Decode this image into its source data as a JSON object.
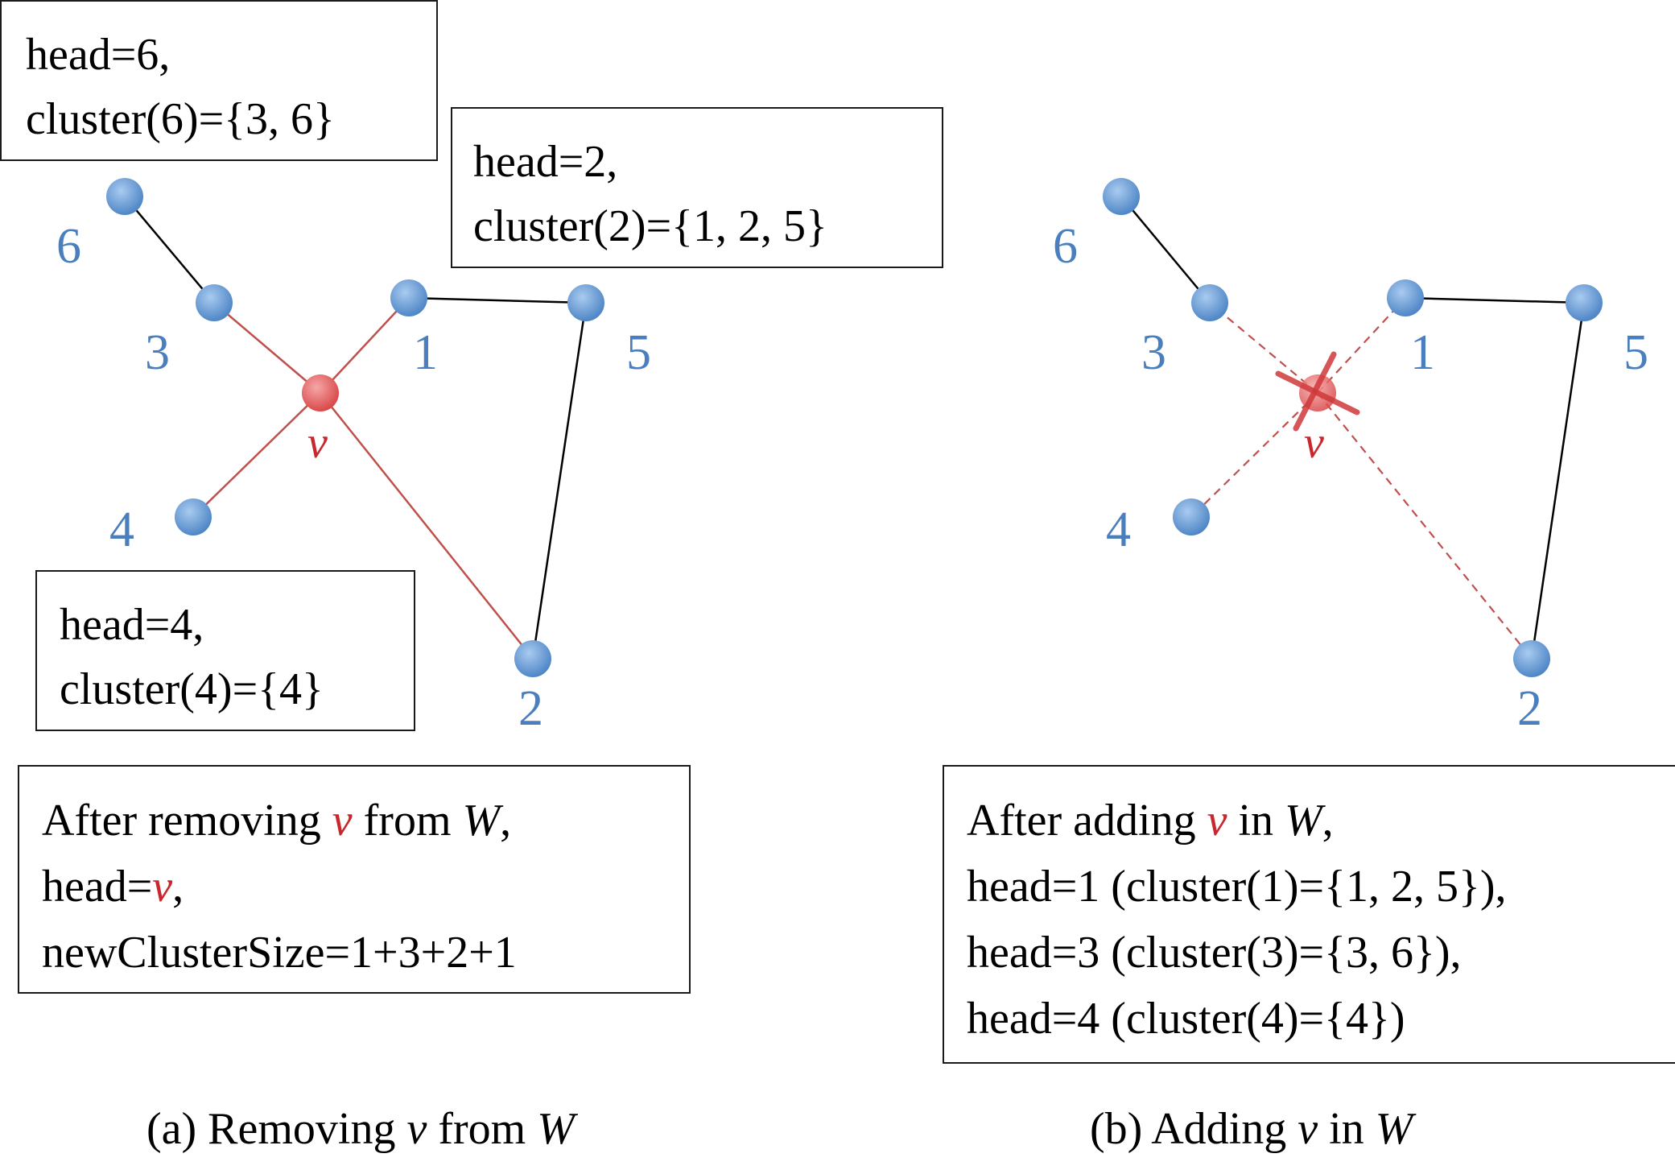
{
  "panel_a": {
    "nodes": [
      {
        "id": "6",
        "label": "6"
      },
      {
        "id": "3",
        "label": "3"
      },
      {
        "id": "1",
        "label": "1"
      },
      {
        "id": "5",
        "label": "5"
      },
      {
        "id": "4",
        "label": "4"
      },
      {
        "id": "2",
        "label": "2"
      }
    ],
    "center_label": "v",
    "box_head6": {
      "line1": "head=6,",
      "line2": "cluster(6)={3, 6}"
    },
    "box_head2": {
      "line1": "head=2,",
      "line2": "cluster(2)={1, 2, 5}"
    },
    "box_head4": {
      "line1": "head=4,",
      "line2": "cluster(4)={4}"
    },
    "summary": {
      "l1_a": "After removing ",
      "l1_v": "v",
      "l1_b": " from ",
      "l1_w": "W",
      "l1_c": ",",
      "l2_a": "head=",
      "l2_v": "v",
      "l2_b": ",",
      "l3": "newClusterSize=1+3+2+1"
    },
    "caption": {
      "a": "(a) Removing ",
      "v": "v",
      "b": " from ",
      "w": "W"
    }
  },
  "panel_b": {
    "nodes": [
      {
        "id": "6",
        "label": "6"
      },
      {
        "id": "3",
        "label": "3"
      },
      {
        "id": "1",
        "label": "1"
      },
      {
        "id": "5",
        "label": "5"
      },
      {
        "id": "4",
        "label": "4"
      },
      {
        "id": "2",
        "label": "2"
      }
    ],
    "center_label": "v",
    "summary": {
      "l1_a": "After adding ",
      "l1_v": "v",
      "l1_b": " in ",
      "l1_w": "W",
      "l1_c": ",",
      "l2": "head=1 (cluster(1)={1, 2, 5}),",
      "l3": "head=3 (cluster(3)={3, 6}),",
      "l4": "head=4 (cluster(4)={4})"
    },
    "caption": {
      "a": "(b) Adding ",
      "v": "v",
      "b": " in ",
      "w": "W"
    }
  },
  "colors": {
    "node_fill": "#6fa3dc",
    "node_label": "#4a7fbf",
    "center_fill": "#e56b6b",
    "red_edge": "#c0504d",
    "black_edge": "#000000"
  }
}
